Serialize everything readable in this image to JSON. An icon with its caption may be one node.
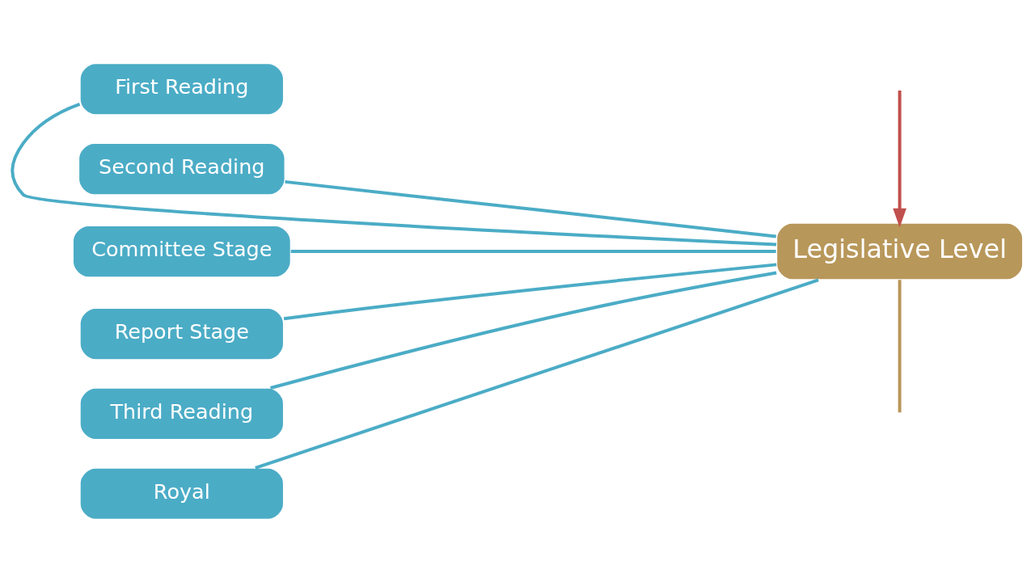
{
  "diagram": {
    "nodes": [
      {
        "text": [
          "Legislative Level"
        ]
      },
      {
        "text": [
          "First Reading"
        ]
      },
      {
        "text": [
          "Second Reading"
        ]
      },
      {
        "text": [
          "Committee Stage"
        ]
      },
      {
        "text": [
          "Report Stage"
        ]
      },
      {
        "text": [
          "Third Reading"
        ]
      },
      {
        "text": [
          "Royal"
        ]
      }
    ],
    "edges": [
      {
        "from": 0,
        "to": null,
        "arrow": "none",
        "color": "#b8975a"
      },
      {
        "from": null,
        "to": 0,
        "arrow": "to",
        "color": "#c0504d"
      },
      {
        "from": 0,
        "to": 1,
        "arrow": "none"
      },
      {
        "from": 0,
        "to": 2,
        "arrow": "none"
      },
      {
        "from": 0,
        "to": 3,
        "arrow": "none"
      },
      {
        "from": 0,
        "to": 4,
        "arrow": "none"
      },
      {
        "from": 0,
        "to": 5,
        "arrow": "none"
      },
      {
        "from": 0,
        "to": 6,
        "arrow": "none"
      }
    ]
  }
}
